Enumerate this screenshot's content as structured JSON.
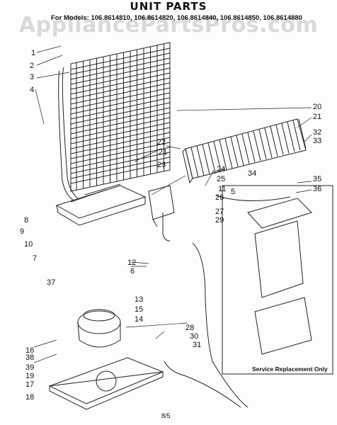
{
  "title": "UNIT PARTS",
  "models_text": "For Models: 106.8614810, 106.8614820, 106.8614840, 106.8614850, 106.8614880",
  "watermark": "AppliancePartsPros.com",
  "service_note": "Service Replacement Only",
  "page_number": "8/5",
  "callouts": [
    "1",
    "2",
    "3",
    "4",
    "20",
    "21",
    "22",
    "21",
    "23",
    "32",
    "33",
    "34",
    "35",
    "36",
    "8",
    "9",
    "10",
    "7",
    "24",
    "25",
    "11",
    "12",
    "6",
    "37",
    "13",
    "15",
    "14",
    "26",
    "27",
    "29",
    "5",
    "28",
    "30",
    "31",
    "16",
    "38",
    "39",
    "19",
    "17",
    "18"
  ]
}
